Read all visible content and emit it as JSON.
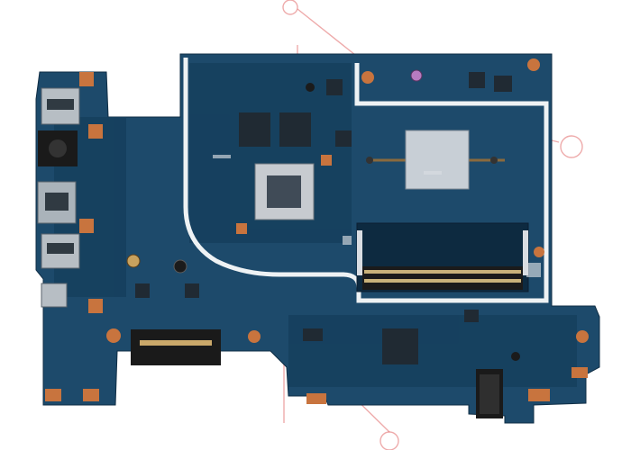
{
  "image": {
    "subject": "laptop-motherboard",
    "background_color": "#ffffff",
    "board_color": "#1d4a6b",
    "board_dark_color": "#123650",
    "pad_color": "#c8743e",
    "silk_color": "#d9dde2",
    "watermark_color": "#e06666",
    "components": [
      "usb-port",
      "audio-jack",
      "hdmi-port",
      "cpu-socket",
      "ram-slot",
      "heatsink-mount",
      "sata-connector",
      "io-connector",
      "capacitor",
      "chip"
    ]
  }
}
